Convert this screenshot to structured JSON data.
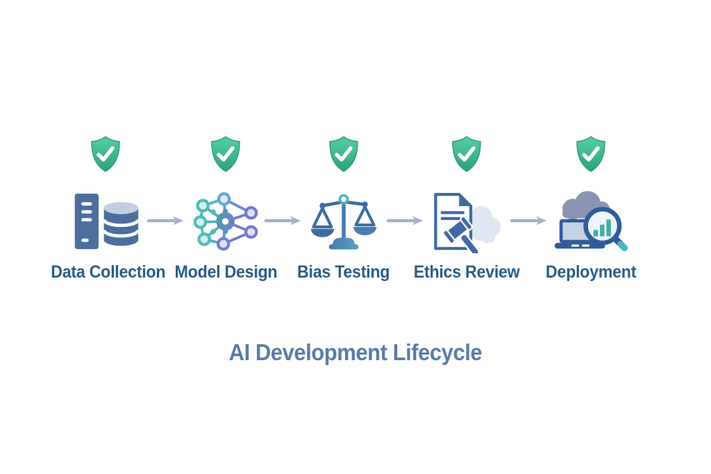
{
  "diagram": {
    "title": "AI Development Lifecycle",
    "stages": [
      {
        "label": "Data Collection",
        "icon": "server-database-icon",
        "badge": "shield-check"
      },
      {
        "label": "Model Design",
        "icon": "neural-network-icon",
        "badge": "shield-check"
      },
      {
        "label": "Bias Testing",
        "icon": "balance-scale-icon",
        "badge": "shield-check"
      },
      {
        "label": "Ethics Review",
        "icon": "document-gavel-icon",
        "badge": "shield-check"
      },
      {
        "label": "Deployment",
        "icon": "laptop-magnifier-cloud-icon",
        "badge": "shield-check"
      }
    ],
    "colors": {
      "primary_blue": "#44699c",
      "label_blue": "#2b5c88",
      "title_blue": "#5a7ca7",
      "shield_green": "#3fc08f",
      "teal": "#50b9b7",
      "purple": "#7a7ccd",
      "arrow_gray": "#a2b1c8",
      "cloud_light": "#dfe7f3",
      "cloud_slate": "#8a94b3",
      "background": "#ffffff"
    }
  }
}
